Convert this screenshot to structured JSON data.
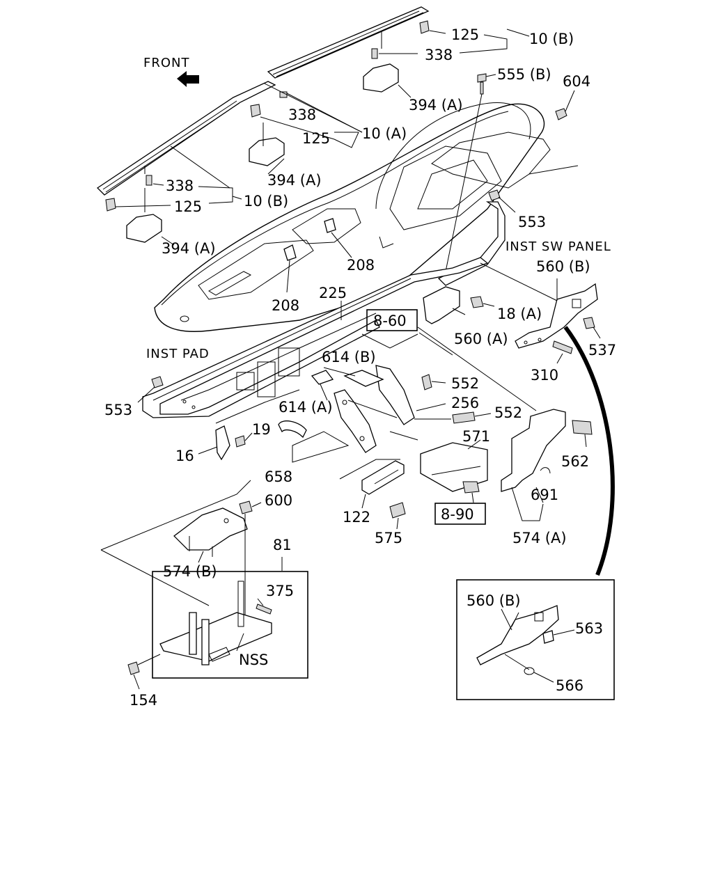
{
  "labels": {
    "front": "FRONT",
    "p125_a": "125",
    "p10b_a": "10 (B)",
    "p338_a": "338",
    "p394a_a": "394 (A)",
    "p555b": "555 (B)",
    "p604": "604",
    "p338_b": "338",
    "p10a": "10 (A)",
    "p125_b": "125",
    "p394a_b": "394 (A)",
    "p338_c": "338",
    "p10b_b": "10 (B)",
    "p125_c": "125",
    "p394a_c": "394 (A)",
    "p553_a": "553",
    "inst_sw_panel": "INST SW PANEL",
    "p208_a": "208",
    "p208_b": "208",
    "p560b_a": "560 (B)",
    "p225": "225",
    "ref_8_60": "8-60",
    "p18a": "18 (A)",
    "p560a": "560 (A)",
    "p537": "537",
    "inst_pad": "INST PAD",
    "p614b": "614 (B)",
    "p310": "310",
    "p552_a": "552",
    "p553_b": "553",
    "p614a": "614 (A)",
    "p256": "256",
    "p552_b": "552",
    "p19": "19",
    "p571": "571",
    "p562": "562",
    "p16": "16",
    "p658": "658",
    "p691": "691",
    "p600": "600",
    "p122": "122",
    "ref_8_90": "8-90",
    "p575": "575",
    "p574a": "574 (A)",
    "p81": "81",
    "p574b": "574 (B)",
    "p375": "375",
    "nss": "NSS",
    "p154": "154",
    "p560b_b": "560 (B)",
    "p563": "563",
    "p566": "566"
  }
}
